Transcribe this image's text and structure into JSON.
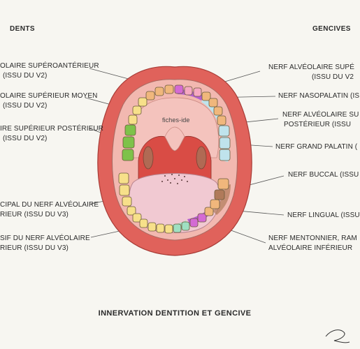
{
  "headers": {
    "left": "DENTS",
    "right": "GENCIVES"
  },
  "left_labels": [
    {
      "line1": "OLAIRE SUPÉROANTÉRIEUR",
      "line2": "(ISSU DU V2)"
    },
    {
      "line1": "OLAIRE SUPÉRIEUR MOYEN",
      "line2": "(ISSU DU V2)"
    },
    {
      "line1": "IRE SUPÉRIEUR POSTÉRIEUR",
      "line2": "(ISSU DU V2)"
    },
    {
      "line1": "CIPAL DU NERF ALVÉOLAIRE",
      "line2": "RIEUR (ISSU DU V3)"
    },
    {
      "line1": "SIF DU NERF ALVÉOLAIRE",
      "line2": "RIEUR (ISSU DU V3)"
    }
  ],
  "right_labels": [
    {
      "line1": "NERF ALVÉOLAIRE SUPÉ",
      "line2": "(ISSU DU V2"
    },
    {
      "line1": "NERF NASOPALATIN (IS",
      "line2": ""
    },
    {
      "line1": "NERF ALVÉOLAIRE SU",
      "line2": "POSTÉRIEUR (ISSU"
    },
    {
      "line1": "NERF GRAND PALATIN (",
      "line2": ""
    },
    {
      "line1": "NERF BUCCAL (ISSU",
      "line2": ""
    },
    {
      "line1": "NERF LINGUAL (ISSU",
      "line2": ""
    },
    {
      "line1": "NERF MENTONNIER, RAM",
      "line2": "ALVÉOLAIRE INFÉRIEUR"
    }
  ],
  "watermark": "fiches-ide",
  "title": "INNERVATION DENTITION ET GENCIVE",
  "colors": {
    "background": "#f7f6f1",
    "lip": "#e0625b",
    "gum": "#f2b8b0",
    "palate": "#f4c3bd",
    "throat": "#d94c45",
    "tongue": "#f1c9d2",
    "tooth_orange": "#f0b77c",
    "tooth_yellow": "#f7e08a",
    "tooth_green": "#7ec24a",
    "tooth_magenta": "#d46ad4",
    "tooth_pink": "#f6a9c2",
    "gum_blue": "#bfe3ec",
    "gum_purple": "#b45fd0",
    "gum_mint": "#9fe0c2",
    "gum_brown": "#b07a5a"
  }
}
